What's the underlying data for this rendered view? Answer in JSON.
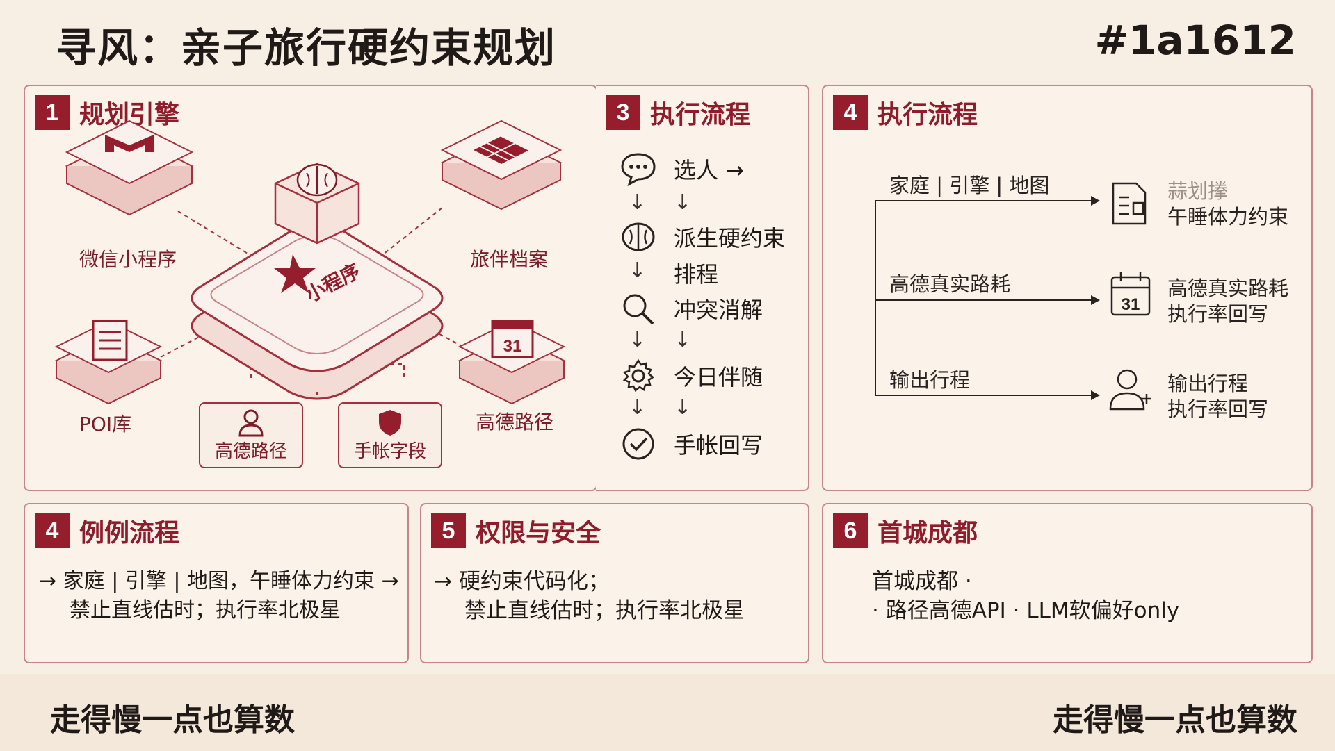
{
  "title": "寻风：亲子旅行硬约束规划",
  "tag": "#1a1612",
  "panel1": {
    "num": "1",
    "title": "规划引擎",
    "hub": "小程序",
    "nodes": {
      "top_left": "微信小程序",
      "top_right": "旅伴档案",
      "bottom_left": "POI库",
      "bottom_right": "高德路径"
    },
    "sub_boxes": [
      "高德路径",
      "手帐字段"
    ],
    "calendar_day": "31"
  },
  "panel3": {
    "num": "3",
    "title": "执行流程",
    "steps": [
      "选人 →",
      "派生硬约束",
      "排程",
      "冲突消解",
      "今日伴随",
      "手帐回写"
    ],
    "icons": [
      "chat-icon",
      "brain-icon",
      "",
      "search-icon",
      "gear-icon",
      "check-icon"
    ]
  },
  "panel4a": {
    "num": "4",
    "title": "执行流程",
    "branches": [
      "家庭 | 引擎 | 地图",
      "高德真实路耗",
      "输出行程"
    ],
    "outputs": [
      {
        "lines": [
          "蒜划搼",
          "午睡体力约束"
        ],
        "faded": [
          true,
          false
        ],
        "icon": "document-icon"
      },
      {
        "lines": [
          "高德真实路耗",
          "执行率回写"
        ],
        "faded": [
          false,
          false
        ],
        "icon": "calendar-icon",
        "day": "31"
      },
      {
        "lines": [
          "输出行程",
          "执行率回写"
        ],
        "faded": [
          false,
          false
        ],
        "icon": "add-user-icon"
      }
    ]
  },
  "panel4b": {
    "num": "4",
    "title": "例例流程",
    "lines": [
      "→ 家庭 | 引擎 | 地图，午睡体力约束 →",
      "禁止直线估时；执行率北极星"
    ]
  },
  "panel5": {
    "num": "5",
    "title": "权限与安全",
    "lines": [
      "→ 硬约束代码化；",
      "禁止直线估时；执行率北极星"
    ]
  },
  "panel6": {
    "num": "6",
    "title": "首城成都",
    "lines": [
      "首城成都 ·",
      "· 路径高德API · LLM软偏好only"
    ]
  },
  "footer": {
    "left": "走得慢一点也算数",
    "right": "走得慢一点也算数"
  },
  "colors": {
    "accent": "#961e2c",
    "background": "#f8efe4",
    "border": "#c7848a"
  }
}
